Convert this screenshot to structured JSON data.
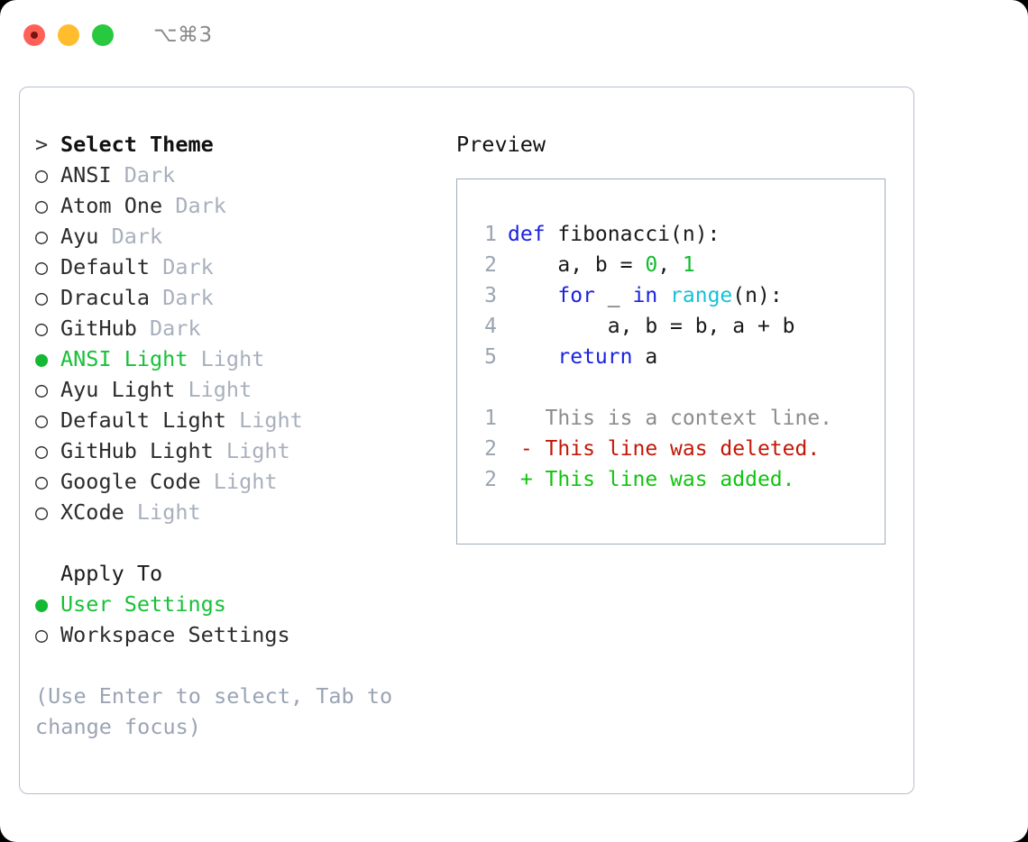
{
  "titlebar": {
    "shortcut": "⌥⌘3",
    "lights": [
      {
        "name": "close",
        "color": "#ff6159"
      },
      {
        "name": "minimize",
        "color": "#ffbd2e"
      },
      {
        "name": "maximize",
        "color": "#27c93f"
      }
    ]
  },
  "theme_section": {
    "marker_focus": ">",
    "heading": "Select Theme",
    "marker_selected": "●",
    "marker_unselected": "○",
    "items": [
      {
        "name": "ANSI",
        "variant": "Dark",
        "selected": false
      },
      {
        "name": "Atom One",
        "variant": "Dark",
        "selected": false
      },
      {
        "name": "Ayu",
        "variant": "Dark",
        "selected": false
      },
      {
        "name": "Default",
        "variant": "Dark",
        "selected": false
      },
      {
        "name": "Dracula",
        "variant": "Dark",
        "selected": false
      },
      {
        "name": "GitHub",
        "variant": "Dark",
        "selected": false
      },
      {
        "name": "ANSI Light",
        "variant": "Light",
        "selected": true
      },
      {
        "name": "Ayu Light",
        "variant": "Light",
        "selected": false
      },
      {
        "name": "Default Light",
        "variant": "Light",
        "selected": false
      },
      {
        "name": "GitHub Light",
        "variant": "Light",
        "selected": false
      },
      {
        "name": "Google Code",
        "variant": "Light",
        "selected": false
      },
      {
        "name": "XCode",
        "variant": "Light",
        "selected": false
      }
    ]
  },
  "apply_section": {
    "label": "Apply To",
    "items": [
      {
        "name": "User Settings",
        "selected": true
      },
      {
        "name": "Workspace Settings",
        "selected": false
      }
    ]
  },
  "hint": "(Use Enter to select, Tab to change focus)",
  "preview": {
    "title": "Preview",
    "code_lines": [
      {
        "num": "1",
        "tokens": [
          {
            "t": "def",
            "c": "kw"
          },
          {
            "t": " fibonacci(n):",
            "c": "plain"
          }
        ]
      },
      {
        "num": "2",
        "tokens": [
          {
            "t": "    a, b = ",
            "c": "plain"
          },
          {
            "t": "0",
            "c": "num"
          },
          {
            "t": ", ",
            "c": "plain"
          },
          {
            "t": "1",
            "c": "num"
          }
        ]
      },
      {
        "num": "3",
        "tokens": [
          {
            "t": "    ",
            "c": "plain"
          },
          {
            "t": "for",
            "c": "kw"
          },
          {
            "t": " _ ",
            "c": "plain"
          },
          {
            "t": "in",
            "c": "kw"
          },
          {
            "t": " ",
            "c": "plain"
          },
          {
            "t": "range",
            "c": "fn"
          },
          {
            "t": "(n):",
            "c": "plain"
          }
        ]
      },
      {
        "num": "4",
        "tokens": [
          {
            "t": "        a, b = b, a + b",
            "c": "plain"
          }
        ]
      },
      {
        "num": "5",
        "tokens": [
          {
            "t": "    ",
            "c": "plain"
          },
          {
            "t": "return",
            "c": "kw"
          },
          {
            "t": " a",
            "c": "plain"
          }
        ]
      }
    ],
    "diff_lines": [
      {
        "num": "1",
        "prefix": "  ",
        "text": "This is a context line.",
        "kind": "ctx"
      },
      {
        "num": "2",
        "prefix": "- ",
        "text": "This line was deleted.",
        "kind": "del"
      },
      {
        "num": "2",
        "prefix": "+ ",
        "text": "This line was added.",
        "kind": "add"
      }
    ]
  },
  "colors": {
    "accent_green": "#16c137",
    "muted": "#a8b0bd",
    "border": "#b6bfcc",
    "keyword": "#1a22e0",
    "builtin": "#17c1d6",
    "number": "#12bb2f",
    "diff_delete": "#c21807",
    "diff_add": "#11c40f"
  }
}
